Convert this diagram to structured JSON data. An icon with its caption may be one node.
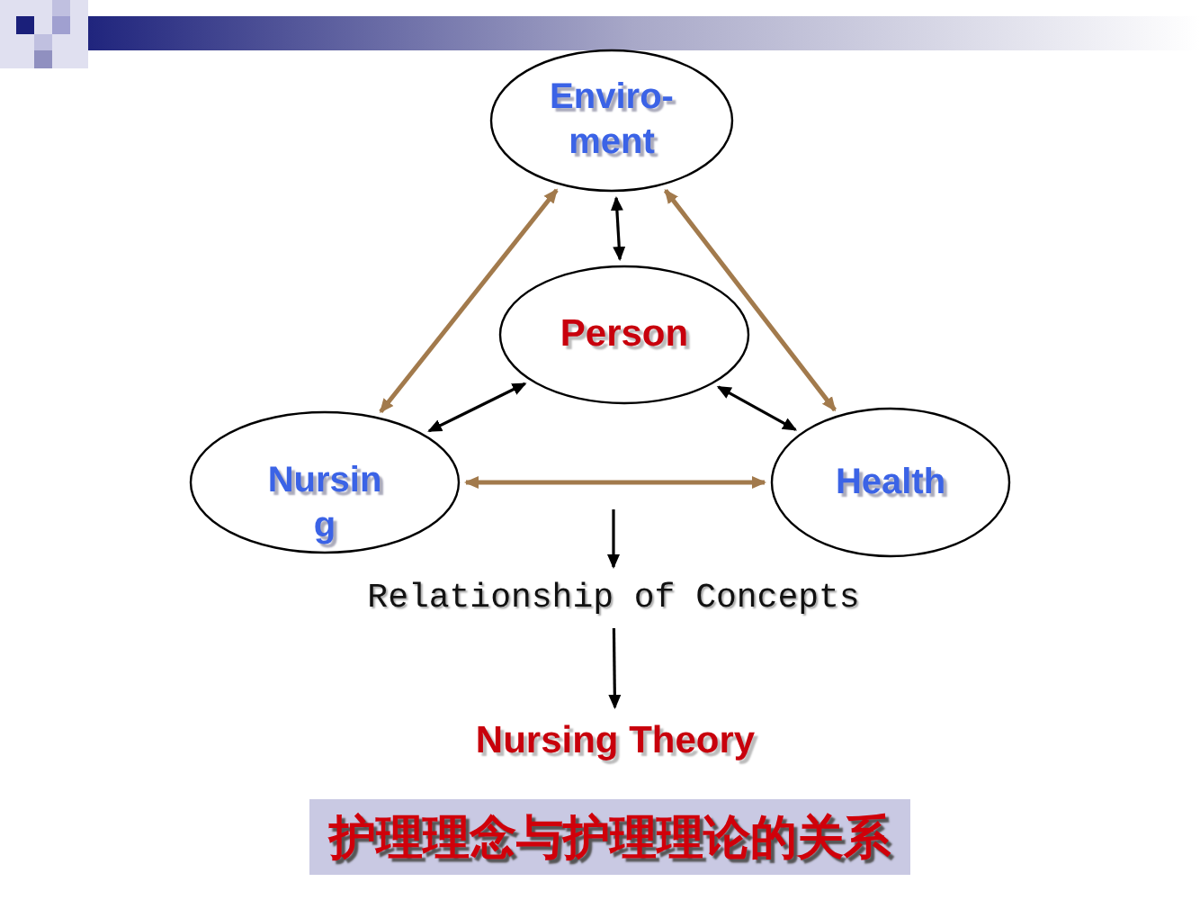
{
  "diagram": {
    "nodes": [
      {
        "text": [
          "Enviro- ment"
        ]
      },
      {
        "text": [
          "Person"
        ]
      },
      {
        "text": [
          "Nursin g"
        ]
      },
      {
        "text": [
          "Health"
        ]
      },
      {
        "text": [
          "Relationship of Concepts"
        ]
      },
      {
        "text": [
          "Nursing Theory"
        ]
      },
      {
        "text": [
          "护理理念与护理理论的关系"
        ]
      }
    ],
    "edges": [
      {
        "from": 0,
        "to": 1,
        "arrow": "both"
      },
      {
        "from": 0,
        "to": 2,
        "arrow": "both",
        "color": "#a27a4c"
      },
      {
        "from": 0,
        "to": 3,
        "arrow": "both",
        "color": "#a27a4c"
      },
      {
        "from": 1,
        "to": 2,
        "arrow": "both"
      },
      {
        "from": 1,
        "to": 3,
        "arrow": "both"
      },
      {
        "from": 2,
        "to": 3,
        "arrow": "both",
        "color": "#a27a4c"
      },
      {
        "from": null,
        "to": 4,
        "arrow": "to"
      },
      {
        "from": 4,
        "to": 5,
        "arrow": "to"
      }
    ]
  }
}
